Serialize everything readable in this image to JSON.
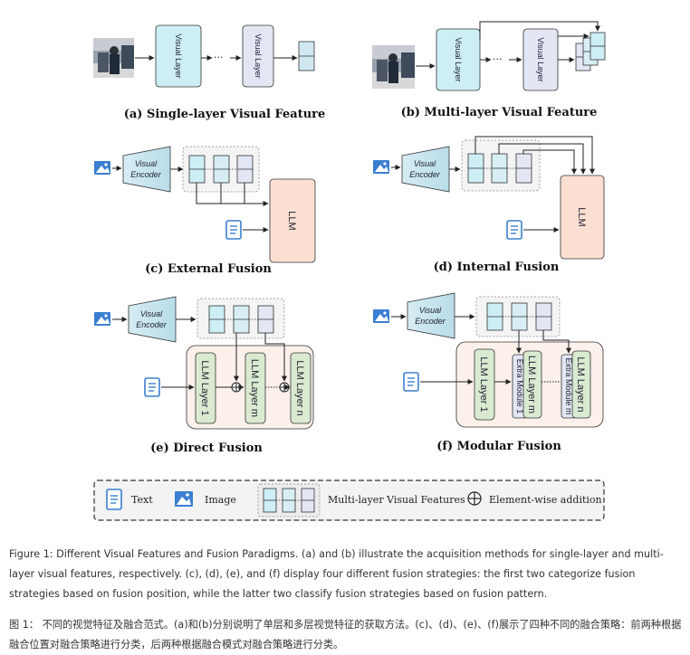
{
  "panels": {
    "a": "(a) Single-layer Visual Feature",
    "b": "(b) Multi-layer Visual Feature",
    "c": "(c) External Fusion",
    "d": "(d) Internal Fusion",
    "e": "(e) Direct Fusion",
    "f": "(f) Modular Fusion"
  },
  "labels": {
    "visual_layer": "Visual Layer",
    "visual": "Visual",
    "encoder": "Encoder",
    "llm": "LLM",
    "llm_layer_1": "LLM Layer 1",
    "llm_layer_m": "LLM Layer m",
    "llm_layer_n": "LLM Layer n",
    "extra_module_1": "Extra Module 1",
    "extra_module_m": "Extra Module m",
    "dots": "···"
  },
  "legend": {
    "text": "Text",
    "image": "Image",
    "multi_layer": "Multi-layer Visual Features",
    "addition": "Element-wise addition"
  },
  "caption_en": "Figure 1: Different Visual Features and Fusion Paradigms. (a) and (b) illustrate the acquisition methods for single-layer and multi-layer visual features, respectively. (c), (d), (e), and (f) display four different fusion strategies: the first two categorize fusion strategies based on fusion position, while the latter two classify fusion strategies based on fusion pattern.",
  "caption_zh": "图 1： 不同的视觉特征及融合范式。(a)和(b)分别说明了单层和多层视觉特征的获取方法。(c)、(d)、(e)、(f)展示了四种不同的融合策略：前两种根据融合位置对融合策略进行分类，后两种根据融合模式对融合策略进行分类。",
  "colors": {
    "visual_layer_a": "#cdeef5",
    "visual_layer_b": "#e3e7f4",
    "feature_cell": "#cfe8f0",
    "llm_box": "#fbe0d2",
    "llm_layer": "#d9ead0",
    "fusion_bg": "#fbf0ea",
    "icon_blue": "#3a7fd0"
  }
}
